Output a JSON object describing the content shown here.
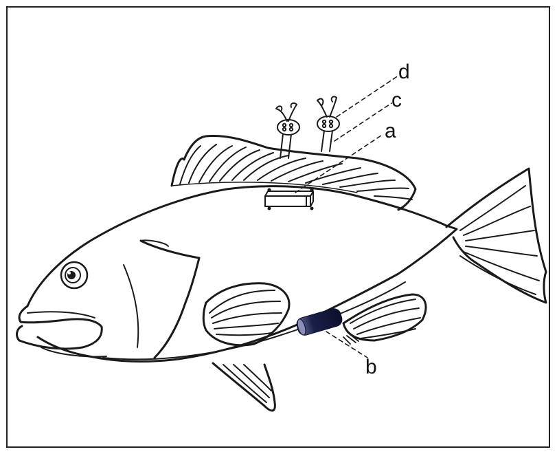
{
  "labels": {
    "a": "a",
    "b": "b",
    "c": "c",
    "d": "d"
  },
  "colors": {
    "ink": "#1a1a1a",
    "tag_dark": "#11153a",
    "tag_light": "#6d7299"
  }
}
